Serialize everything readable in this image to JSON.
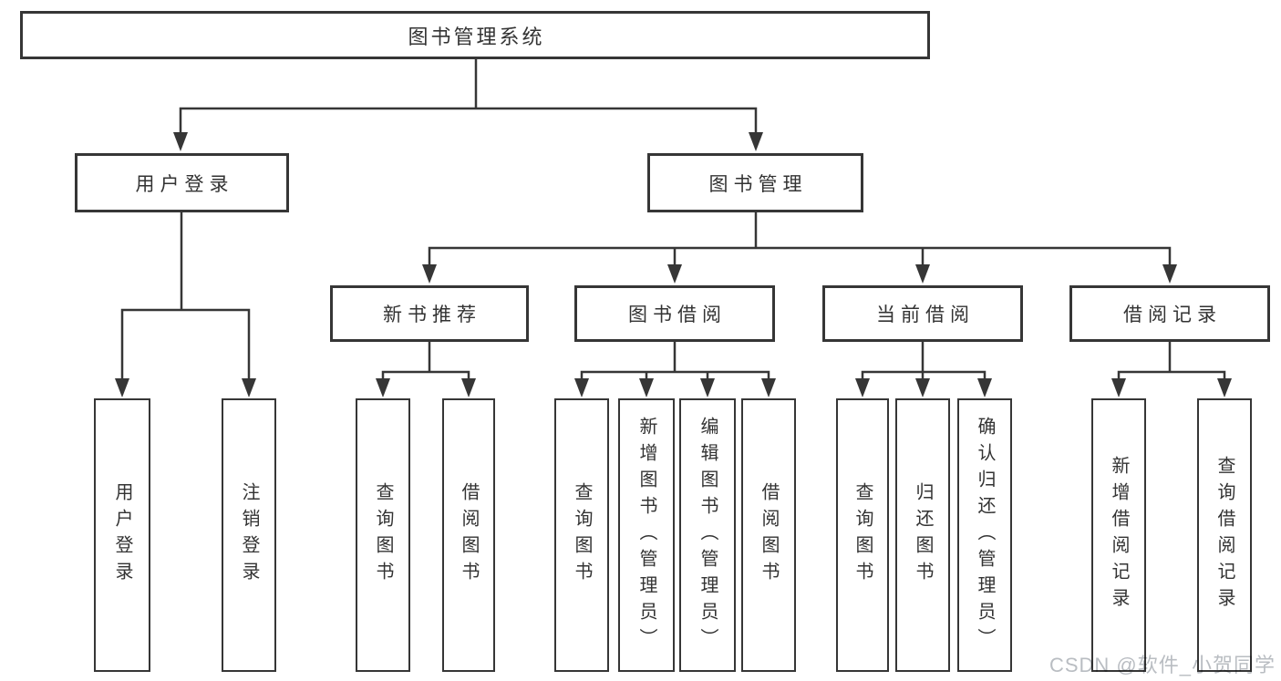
{
  "colors": {
    "background": "#ffffff",
    "line": "#363636",
    "box_fill": "#ffffff",
    "text": "#333333",
    "watermark": "#b9bdc2"
  },
  "diagram": {
    "type": "tree",
    "root": {
      "label": "图书管理系统"
    },
    "level2": [
      {
        "label": "用户登录",
        "children": [
          {
            "label": "用户登录"
          },
          {
            "label": "注销登录"
          }
        ]
      },
      {
        "label": "图书管理",
        "children": [
          {
            "label": "新书推荐",
            "children": [
              {
                "label": "查询图书"
              },
              {
                "label": "借阅图书"
              }
            ]
          },
          {
            "label": "图书借阅",
            "children": [
              {
                "label": "查询图书"
              },
              {
                "label": "新增图书（管理员）"
              },
              {
                "label": "编辑图书（管理员）"
              },
              {
                "label": "借阅图书"
              }
            ]
          },
          {
            "label": "当前借阅",
            "children": [
              {
                "label": "查询图书"
              },
              {
                "label": "归还图书"
              },
              {
                "label": "确认归还（管理员）"
              }
            ]
          },
          {
            "label": "借阅记录",
            "children": [
              {
                "label": "新增借阅记录"
              },
              {
                "label": "查询借阅记录"
              }
            ]
          }
        ]
      }
    ]
  },
  "watermark": {
    "text": "CSDN @软件_小贺同学"
  }
}
